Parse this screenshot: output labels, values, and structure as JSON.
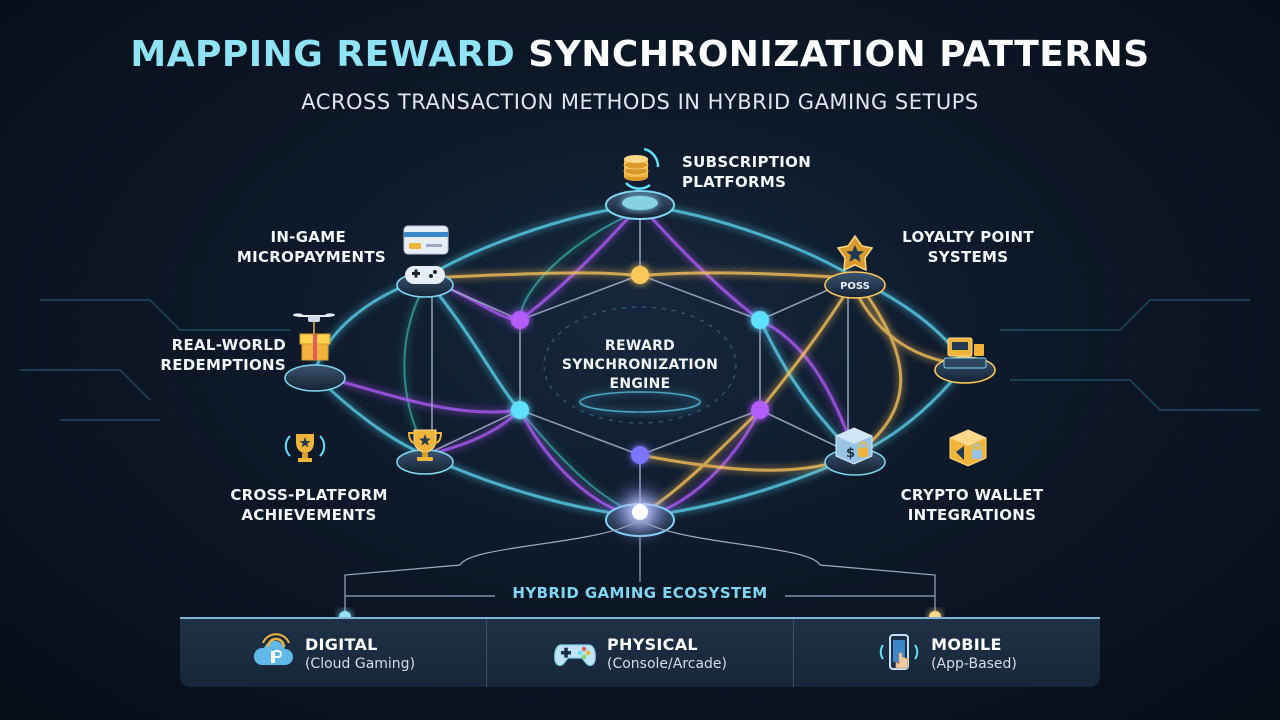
{
  "title": {
    "part1": "MAPPING REWARD",
    "part2": "SYNCHRONIZATION PATTERNS"
  },
  "subtitle": "ACROSS TRANSACTION METHODS IN HYBRID GAMING SETUPS",
  "center": {
    "line1": "REWARD",
    "line2": "SYNCHRONIZATION",
    "line3": "ENGINE"
  },
  "nodes": {
    "subscription": {
      "line1": "SUBSCRIPTION",
      "line2": "PLATFORMS",
      "icon": "coin-stack-sync-icon"
    },
    "micropayments": {
      "line1": "IN-GAME",
      "line2": "MICROPAYMENTS",
      "icon": "credit-card-icon"
    },
    "loyalty": {
      "line1": "LOYALTY POINT",
      "line2": "SYSTEMS",
      "icon": "star-badge-icon",
      "badge": "POSS"
    },
    "redemptions": {
      "line1": "REAL-WORLD",
      "line2": "REDEMPTIONS",
      "icon": "gift-drone-icon"
    },
    "achievements": {
      "line1": "CROSS-PLATFORM",
      "line2": "ACHIEVEMENTS",
      "icon": "trophy-icon"
    },
    "crypto": {
      "line1": "CRYPTO WALLET",
      "line2": "INTEGRATIONS",
      "icon": "crypto-cube-lock-icon"
    }
  },
  "ecosystem": {
    "label": "HYBRID GAMING ECOSYSTEM",
    "categories": [
      {
        "title": "DIGITAL",
        "detail": "(Cloud Gaming)",
        "icon": "cloud-gaming-icon"
      },
      {
        "title": "PHYSICAL",
        "detail": "(Console/Arcade)",
        "icon": "gamepad-icon"
      },
      {
        "title": "MOBILE",
        "detail": "(App-Based)",
        "icon": "smartphone-touch-icon"
      }
    ]
  },
  "colors": {
    "cyan": "#5fe0ff",
    "purple": "#b35cff",
    "gold": "#ffc75a",
    "teal": "#3fd6c8"
  }
}
